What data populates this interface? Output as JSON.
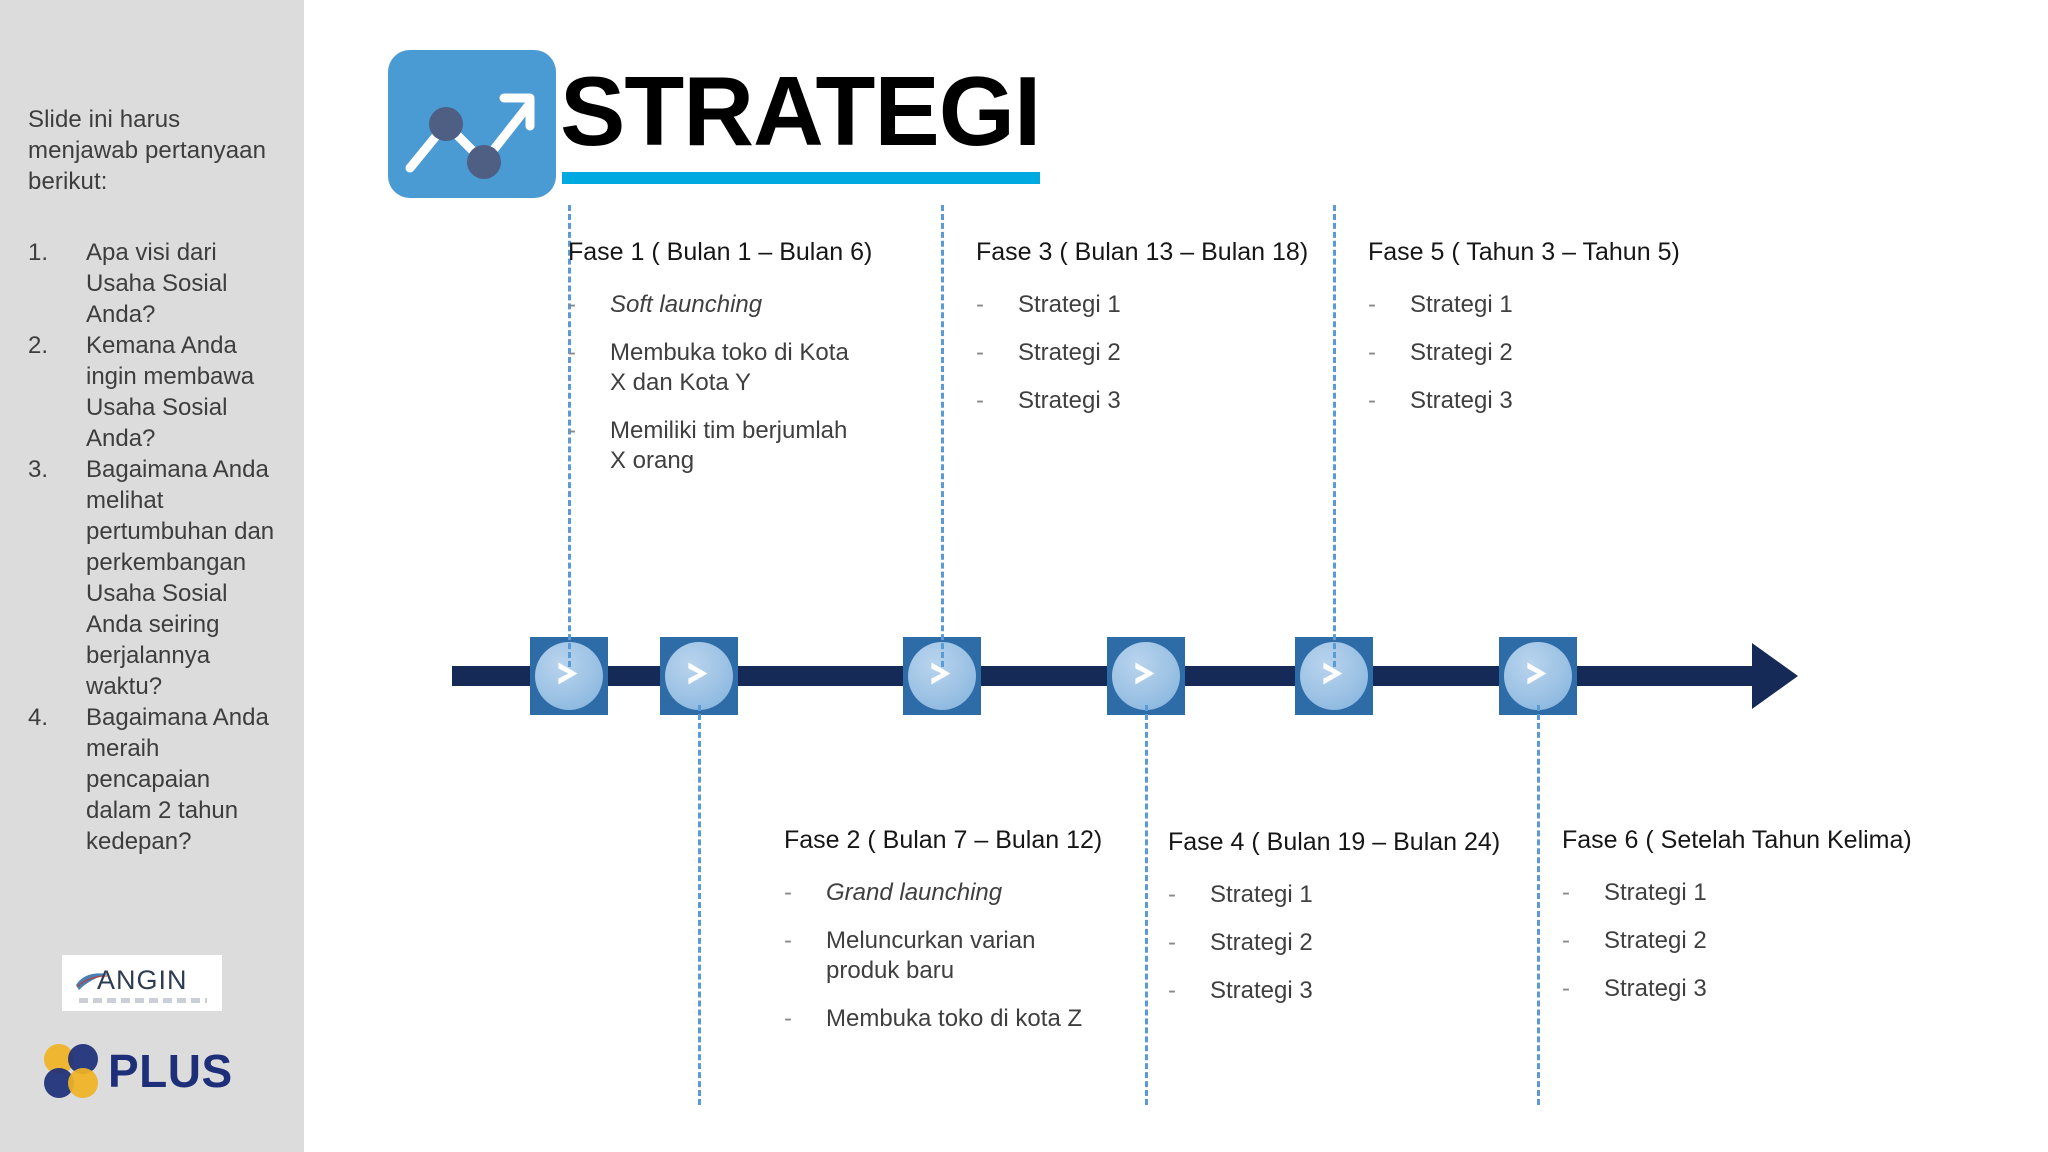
{
  "sidebar": {
    "intro": "Slide ini harus menjawab pertanyaan berikut:",
    "questions": [
      {
        "num": "1.",
        "text": "Apa visi dari Usaha Sosial Anda?"
      },
      {
        "num": "2.",
        "text": "Kemana Anda ingin membawa Usaha Sosial Anda?"
      },
      {
        "num": "3.",
        "text": "Bagaimana Anda melihat pertumbuhan dan perkembangan Usaha Sosial Anda seiring berjalannya waktu?"
      },
      {
        "num": "4.",
        "text": "Bagaimana Anda meraih pencapaian dalam 2 tahun kedepan?"
      }
    ],
    "logos": {
      "angin_word": "ANGIN",
      "plus_word": "PLUS"
    },
    "background_color": "#dcdcdc"
  },
  "header": {
    "title": "STRATEGI",
    "icon_name": "growth-chart-icon",
    "icon_bg_color": "#4a9ad4",
    "underline_color": "#00a9e0"
  },
  "timeline": {
    "line_color": "#152a57",
    "marker_color": "#2e6ca8",
    "dash_color": "#5b9bd5",
    "marker_count": 6,
    "marker_icon": "chevron-right-icon"
  },
  "phases": [
    {
      "id": "fase-1",
      "title": "Fase 1 ( Bulan 1 – Bulan 6)",
      "position": "above",
      "items": [
        {
          "text": "Soft launching",
          "italic": true
        },
        {
          "text": "Membuka toko di Kota X dan Kota Y",
          "italic": false
        },
        {
          "text": "Memiliki tim berjumlah X orang",
          "italic": false
        }
      ]
    },
    {
      "id": "fase-2",
      "title": "Fase 2 ( Bulan 7 – Bulan 12)",
      "position": "below",
      "items": [
        {
          "text": "Grand launching",
          "italic": true
        },
        {
          "text": "Meluncurkan varian produk baru",
          "italic": false
        },
        {
          "text": "Membuka toko di kota Z",
          "italic": false
        }
      ]
    },
    {
      "id": "fase-3",
      "title": "Fase 3 ( Bulan 13 – Bulan 18)",
      "position": "above",
      "items": [
        {
          "text": "Strategi 1",
          "italic": false
        },
        {
          "text": "Strategi 2",
          "italic": false
        },
        {
          "text": "Strategi 3",
          "italic": false
        }
      ]
    },
    {
      "id": "fase-4",
      "title": "Fase 4 ( Bulan 19 – Bulan 24)",
      "position": "below",
      "items": [
        {
          "text": "Strategi 1",
          "italic": false
        },
        {
          "text": "Strategi 2",
          "italic": false
        },
        {
          "text": "Strategi 3",
          "italic": false
        }
      ]
    },
    {
      "id": "fase-5",
      "title": "Fase 5 ( Tahun 3 – Tahun 5)",
      "position": "above",
      "items": [
        {
          "text": "Strategi 1",
          "italic": false
        },
        {
          "text": "Strategi 2",
          "italic": false
        },
        {
          "text": "Strategi 3",
          "italic": false
        }
      ]
    },
    {
      "id": "fase-6",
      "title": "Fase 6 ( Setelah Tahun Kelima)",
      "position": "below",
      "items": [
        {
          "text": "Strategi 1",
          "italic": false
        },
        {
          "text": "Strategi 2",
          "italic": false
        },
        {
          "text": "Strategi 3",
          "italic": false
        }
      ]
    }
  ],
  "bullet_dash": "-"
}
